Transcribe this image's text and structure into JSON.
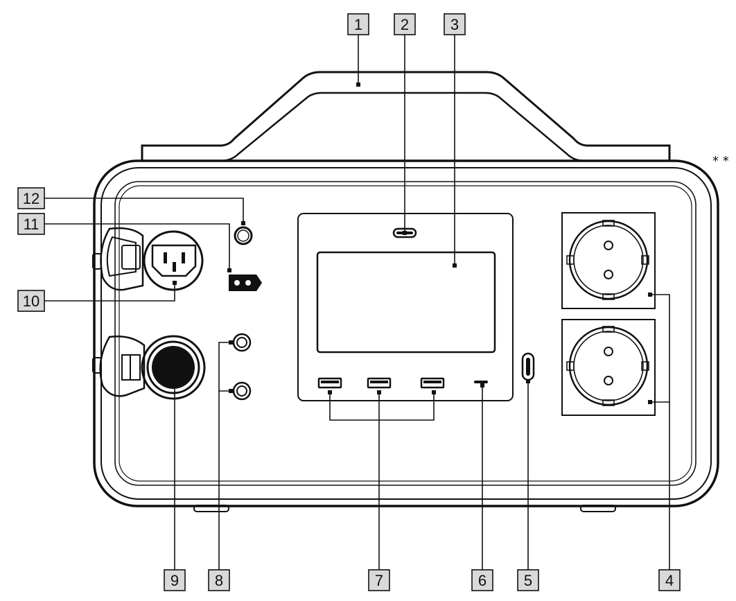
{
  "note": "* *",
  "callouts": [
    {
      "id": "c1",
      "label": "1"
    },
    {
      "id": "c2",
      "label": "2"
    },
    {
      "id": "c3",
      "label": "3"
    },
    {
      "id": "c4",
      "label": "4"
    },
    {
      "id": "c5",
      "label": "5"
    },
    {
      "id": "c6",
      "label": "6"
    },
    {
      "id": "c7",
      "label": "7"
    },
    {
      "id": "c8",
      "label": "8"
    },
    {
      "id": "c9",
      "label": "9"
    },
    {
      "id": "c10",
      "label": "10"
    },
    {
      "id": "c11",
      "label": "11"
    },
    {
      "id": "c12",
      "label": "12"
    }
  ]
}
